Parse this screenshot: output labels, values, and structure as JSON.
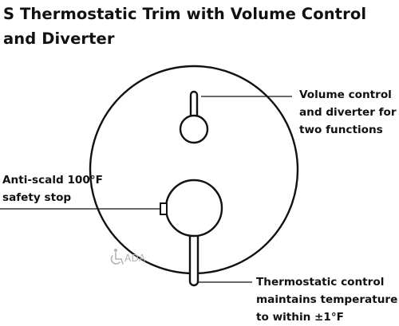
{
  "title": {
    "line1": "S Thermostatic Trim with Volume Control",
    "line2": "and Diverter"
  },
  "callouts": {
    "volume": {
      "line1": "Volume control",
      "line2": "and diverter for",
      "line3": "two functions"
    },
    "anti_scald": {
      "line1": "Anti-scald 100°F",
      "line2": "safety stop"
    },
    "thermostatic": {
      "line1": "Thermostatic control",
      "line2": "maintains temperature",
      "line3": "to within ±1°F"
    }
  },
  "badge": {
    "text": "ADA",
    "icon": "wheelchair-icon"
  },
  "colors": {
    "ink": "#111111",
    "badge": "#b3b3b3"
  }
}
